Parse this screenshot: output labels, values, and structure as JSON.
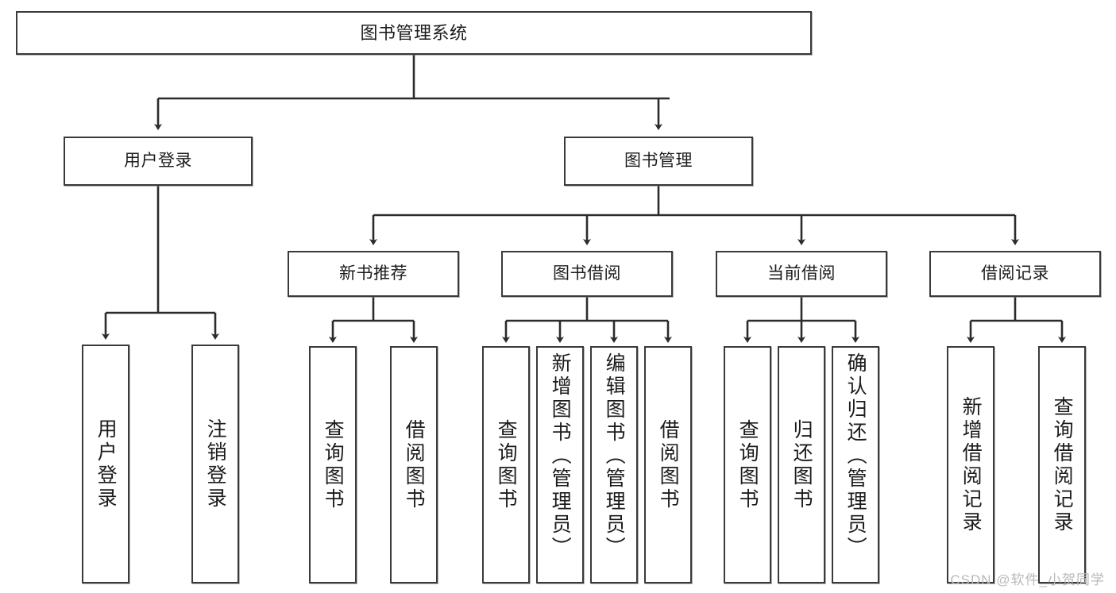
{
  "diagram": {
    "title": "图书管理系统",
    "type": "tree",
    "watermark": "CSDN @软件_小贺同学",
    "levels": {
      "root": {
        "label": "图书管理系统"
      },
      "level2": [
        {
          "id": "user-login",
          "label": "用户登录"
        },
        {
          "id": "book-manage",
          "label": "图书管理"
        }
      ],
      "level3": [
        {
          "id": "new-book-rec",
          "label": "新书推荐",
          "parent": "book-manage"
        },
        {
          "id": "book-borrow",
          "label": "图书借阅",
          "parent": "book-manage"
        },
        {
          "id": "current-borrow",
          "label": "当前借阅",
          "parent": "book-manage"
        },
        {
          "id": "borrow-record",
          "label": "借阅记录",
          "parent": "book-manage"
        }
      ],
      "leaves": [
        {
          "id": "leaf-user-login",
          "label": "用户登录",
          "parent": "user-login",
          "align": "center"
        },
        {
          "id": "leaf-logout",
          "label": "注销登录",
          "parent": "user-login",
          "align": "center"
        },
        {
          "id": "leaf-query-book-1",
          "label": "查询图书",
          "parent": "new-book-rec",
          "align": "center"
        },
        {
          "id": "leaf-borrow-book-1",
          "label": "借阅图书",
          "parent": "new-book-rec",
          "align": "center"
        },
        {
          "id": "leaf-query-book-2",
          "label": "查询图书",
          "parent": "book-borrow",
          "align": "center"
        },
        {
          "id": "leaf-add-book",
          "label": "新增图书（管理员）",
          "parent": "book-borrow",
          "align": "top"
        },
        {
          "id": "leaf-edit-book",
          "label": "编辑图书（管理员）",
          "parent": "book-borrow",
          "align": "top"
        },
        {
          "id": "leaf-borrow-book-2",
          "label": "借阅图书",
          "parent": "book-borrow",
          "align": "center"
        },
        {
          "id": "leaf-query-book-3",
          "label": "查询图书",
          "parent": "current-borrow",
          "align": "center"
        },
        {
          "id": "leaf-return-book",
          "label": "归还图书",
          "parent": "current-borrow",
          "align": "center"
        },
        {
          "id": "leaf-confirm-return",
          "label": "确认归还（管理员）",
          "parent": "current-borrow",
          "align": "top"
        },
        {
          "id": "leaf-add-record",
          "label": "新增借阅记录",
          "parent": "borrow-record",
          "align": "center"
        },
        {
          "id": "leaf-query-record",
          "label": "查询借阅记录",
          "parent": "borrow-record",
          "align": "center"
        }
      ]
    },
    "colors": {
      "box_border": "#3a3a3a",
      "box_fill": "#ffffff",
      "connector": "#2b2b2b",
      "text": "#1c1c1c",
      "watermark": "#b9b9b9",
      "background": "#ffffff"
    }
  }
}
